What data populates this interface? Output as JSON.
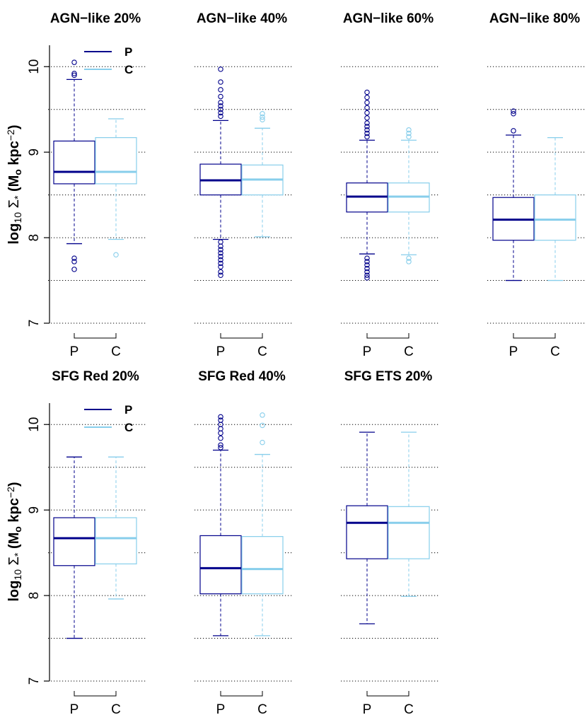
{
  "chart_data": {
    "type": "box",
    "layout": "multi-panel grid, 2 rows x 4 columns",
    "ylabel": "log10 Σ* (Mo kpc^-2)",
    "ylabel_parts": {
      "prefix": "log",
      "sub": "10",
      "sigma": " Σ",
      "star": "*",
      "unit_open": " (M",
      "unit_sub": "o",
      "unit_mid": " kpc",
      "unit_sup": "−2",
      "unit_close": ")"
    },
    "ylim": [
      7,
      10.25
    ],
    "yticks": [
      7,
      8,
      9,
      10
    ],
    "gridlines_y": [
      7.0,
      7.5,
      8.0,
      8.5,
      9.0,
      9.5,
      10.0
    ],
    "grid": "horizontal dotted",
    "categories": [
      "P",
      "C"
    ],
    "legend": {
      "placement": "top-right of first panel in each row",
      "entries": [
        "P",
        "C"
      ]
    },
    "colors": {
      "P": "#00008b",
      "C": "#87ceeb"
    },
    "panels": [
      {
        "title": "AGN−like 20%",
        "row": 0,
        "col": 0,
        "show_yaxis": true,
        "show_legend": true,
        "boxes": [
          {
            "group": "P",
            "whisker_low": 7.93,
            "q1": 8.63,
            "median": 8.77,
            "q3": 9.13,
            "whisker_high": 9.85,
            "outliers": [
              7.63,
              7.72,
              7.76,
              9.9,
              9.92,
              10.05
            ]
          },
          {
            "group": "C",
            "whisker_low": 7.98,
            "q1": 8.63,
            "median": 8.77,
            "q3": 9.17,
            "whisker_high": 9.39,
            "outliers": [
              7.8
            ]
          }
        ]
      },
      {
        "title": "AGN−like 40%",
        "row": 0,
        "col": 1,
        "show_yaxis": false,
        "show_legend": false,
        "boxes": [
          {
            "group": "P",
            "whisker_low": 7.98,
            "q1": 8.5,
            "median": 8.67,
            "q3": 8.86,
            "whisker_high": 9.37,
            "outliers": [
              7.56,
              7.6,
              7.66,
              7.7,
              7.74,
              7.78,
              7.82,
              7.86,
              7.9,
              7.95,
              9.42,
              9.46,
              9.5,
              9.54,
              9.58,
              9.65,
              9.73,
              9.82,
              9.97
            ]
          },
          {
            "group": "C",
            "whisker_low": 8.01,
            "q1": 8.5,
            "median": 8.68,
            "q3": 8.85,
            "whisker_high": 9.28,
            "outliers": [
              9.38,
              9.41,
              9.45
            ]
          }
        ]
      },
      {
        "title": "AGN−like 60%",
        "row": 0,
        "col": 2,
        "show_yaxis": false,
        "show_legend": false,
        "boxes": [
          {
            "group": "P",
            "whisker_low": 7.81,
            "q1": 8.3,
            "median": 8.48,
            "q3": 8.64,
            "whisker_high": 9.14,
            "outliers": [
              7.53,
              7.56,
              7.6,
              7.64,
              7.68,
              7.72,
              7.76,
              9.18,
              9.22,
              9.26,
              9.3,
              9.34,
              9.4,
              9.46,
              9.52,
              9.58,
              9.64,
              9.7
            ]
          },
          {
            "group": "C",
            "whisker_low": 7.8,
            "q1": 8.3,
            "median": 8.48,
            "q3": 8.64,
            "whisker_high": 9.14,
            "outliers": [
              7.72,
              7.76,
              9.18,
              9.22,
              9.26
            ]
          }
        ]
      },
      {
        "title": "AGN−like 80%",
        "row": 0,
        "col": 3,
        "show_yaxis": false,
        "show_legend": false,
        "boxes": [
          {
            "group": "P",
            "whisker_low": 7.5,
            "q1": 7.97,
            "median": 8.21,
            "q3": 8.47,
            "whisker_high": 9.2,
            "outliers": [
              9.25,
              9.45,
              9.48
            ]
          },
          {
            "group": "C",
            "whisker_low": 7.5,
            "q1": 7.97,
            "median": 8.21,
            "q3": 8.5,
            "whisker_high": 9.17,
            "outliers": []
          }
        ]
      },
      {
        "title": "SFG Red 20%",
        "row": 1,
        "col": 0,
        "show_yaxis": true,
        "show_legend": true,
        "boxes": [
          {
            "group": "P",
            "whisker_low": 7.5,
            "q1": 8.35,
            "median": 8.67,
            "q3": 8.91,
            "whisker_high": 9.62,
            "outliers": []
          },
          {
            "group": "C",
            "whisker_low": 7.96,
            "q1": 8.37,
            "median": 8.67,
            "q3": 8.91,
            "whisker_high": 9.62,
            "outliers": []
          }
        ]
      },
      {
        "title": "SFG Red 40%",
        "row": 1,
        "col": 1,
        "show_yaxis": false,
        "show_legend": false,
        "boxes": [
          {
            "group": "P",
            "whisker_low": 7.53,
            "q1": 8.02,
            "median": 8.32,
            "q3": 8.7,
            "whisker_high": 9.7,
            "outliers": [
              9.73,
              9.76,
              9.84,
              9.9,
              9.95,
              10.0,
              10.05,
              10.09
            ]
          },
          {
            "group": "C",
            "whisker_low": 7.53,
            "q1": 8.02,
            "median": 8.31,
            "q3": 8.69,
            "whisker_high": 9.65,
            "outliers": [
              9.79,
              9.99,
              10.11
            ]
          }
        ]
      },
      {
        "title": "SFG ETS 20%",
        "row": 1,
        "col": 2,
        "show_yaxis": false,
        "show_legend": false,
        "boxes": [
          {
            "group": "P",
            "whisker_low": 7.67,
            "q1": 8.43,
            "median": 8.85,
            "q3": 9.05,
            "whisker_high": 9.91,
            "outliers": []
          },
          {
            "group": "C",
            "whisker_low": 7.99,
            "q1": 8.43,
            "median": 8.85,
            "q3": 9.04,
            "whisker_high": 9.91,
            "outliers": []
          }
        ]
      }
    ]
  }
}
